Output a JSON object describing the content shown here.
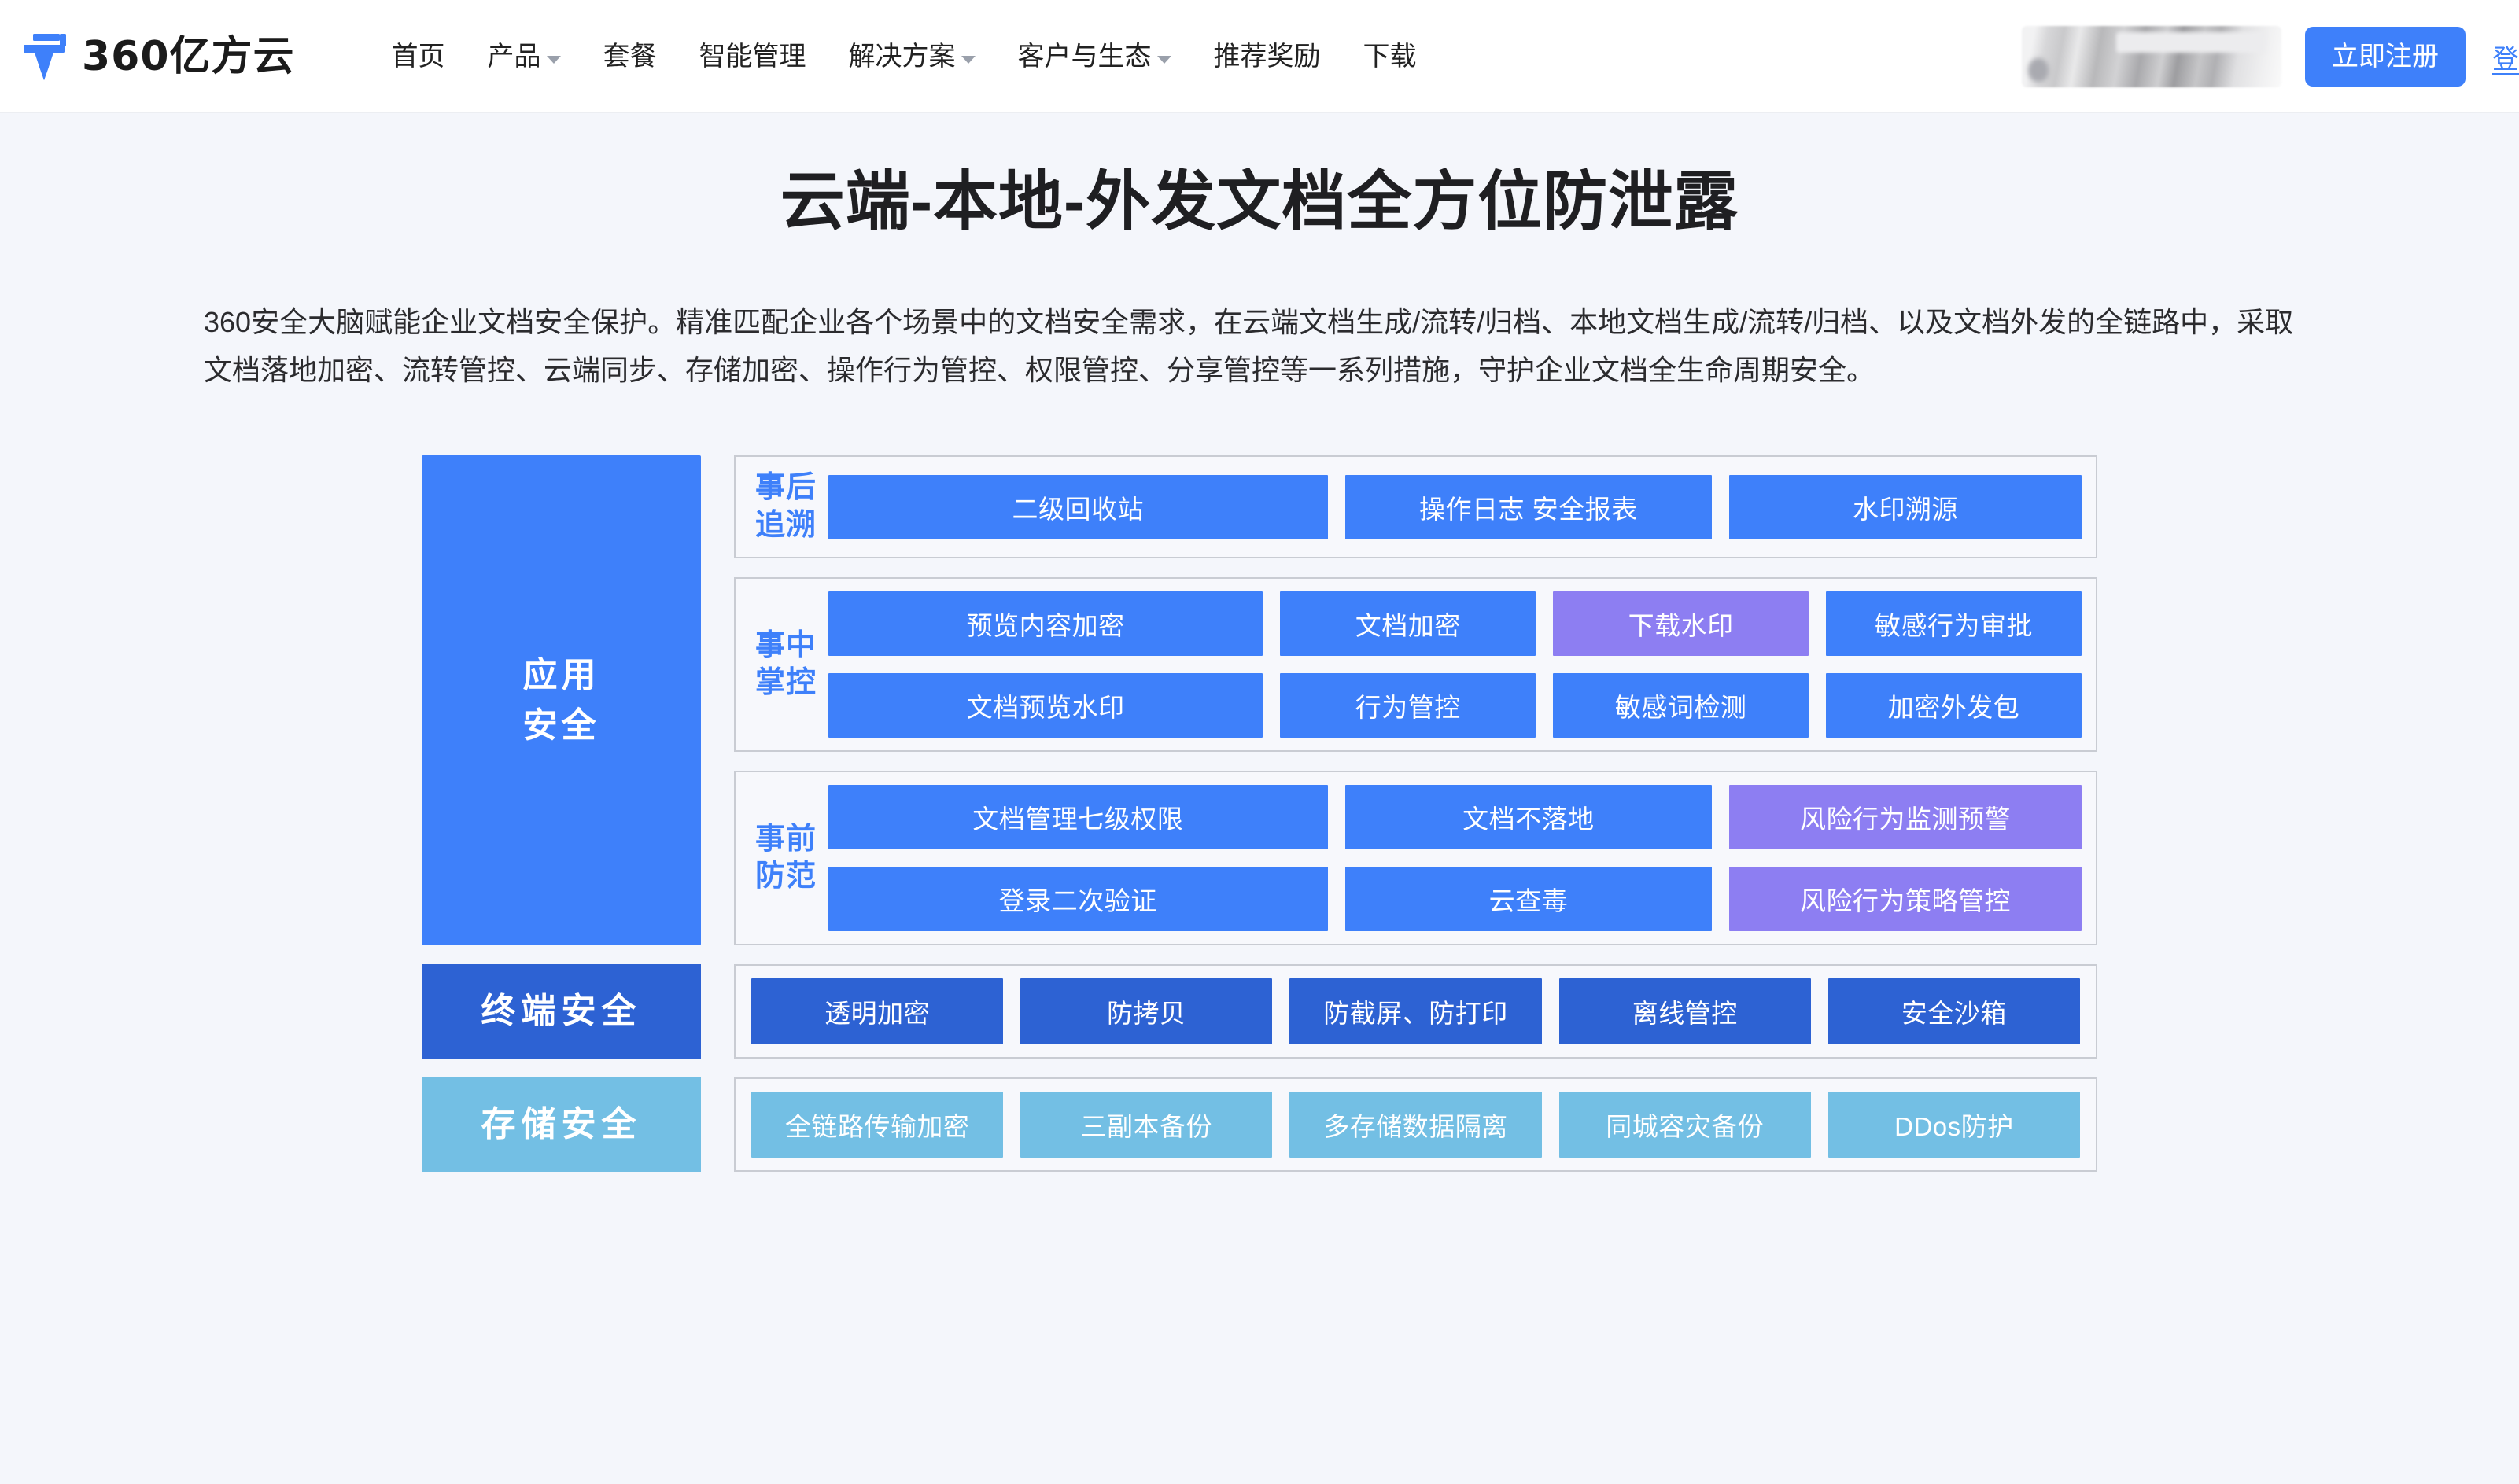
{
  "header": {
    "brand_name": "360亿方云",
    "logo_icon": "yifangyun-logo-icon",
    "nav": [
      {
        "label": "首页",
        "has_caret": false
      },
      {
        "label": "产品",
        "has_caret": true
      },
      {
        "label": "套餐",
        "has_caret": false
      },
      {
        "label": "智能管理",
        "has_caret": false
      },
      {
        "label": "解决方案",
        "has_caret": true
      },
      {
        "label": "客户与生态",
        "has_caret": true
      },
      {
        "label": "推荐奖励",
        "has_caret": false
      },
      {
        "label": "下载",
        "has_caret": false
      }
    ],
    "register_label": "立即注册",
    "login_label": "登录",
    "redacted_label": ""
  },
  "hero": {
    "title": "云端-本地-外发文档全方位防泄露",
    "description": "360安全大脑赋能企业文档安全保护。精准匹配企业各个场景中的文档安全需求，在云端文档生成/流转/归档、本地文档生成/流转/归档、以及文档外发的全链路中，采取文档落地加密、流转管控、云端同步、存储加密、操作行为管控、权限管控、分享管控等一系列措施，守护企业文档全生命周期安全。"
  },
  "colors": {
    "brand_blue": "#3e80fa",
    "deep_blue": "#2d62d3",
    "light_blue": "#73bfe4",
    "purple": "#8d7ef2",
    "page_bg": "#f4f6fb",
    "card_bg": "#f7f8fc",
    "card_border": "#c9ccd3"
  },
  "diagram": {
    "app_security": {
      "label": "应用\n安全",
      "label_line1": "应用",
      "label_line2": "安全",
      "groups": [
        {
          "title_line1": "事后",
          "title_line2": "追溯",
          "rows": [
            [
              {
                "label": "二级回收站",
                "tone": "blue",
                "w": "w-34"
              },
              {
                "label": "操作日志  安全报表",
                "tone": "blue",
                "w": "w-25"
              },
              {
                "label": "水印溯源",
                "tone": "blue",
                "w": "w-24"
              }
            ]
          ]
        },
        {
          "title_line1": "事中",
          "title_line2": "掌控",
          "rows": [
            [
              {
                "label": "预览内容加密",
                "tone": "blue",
                "w": "w-34"
              },
              {
                "label": "文档加密",
                "tone": "blue",
                "w": "w-20"
              },
              {
                "label": "下载水印",
                "tone": "purple",
                "w": "w-20"
              },
              {
                "label": "敏感行为审批",
                "tone": "blue",
                "w": "w-20"
              }
            ],
            [
              {
                "label": "文档预览水印",
                "tone": "blue",
                "w": "w-34"
              },
              {
                "label": "行为管控",
                "tone": "blue",
                "w": "w-20"
              },
              {
                "label": "敏感词检测",
                "tone": "blue",
                "w": "w-20"
              },
              {
                "label": "加密外发包",
                "tone": "blue",
                "w": "w-20"
              }
            ]
          ]
        },
        {
          "title_line1": "事前",
          "title_line2": "防范",
          "rows": [
            [
              {
                "label": "文档管理七级权限",
                "tone": "blue",
                "w": "w-34"
              },
              {
                "label": "文档不落地",
                "tone": "blue",
                "w": "w-25"
              },
              {
                "label": "风险行为监测预警",
                "tone": "purple",
                "w": "w-24"
              }
            ],
            [
              {
                "label": "登录二次验证",
                "tone": "blue",
                "w": "w-34"
              },
              {
                "label": "云查毒",
                "tone": "blue",
                "w": "w-25"
              },
              {
                "label": "风险行为策略管控",
                "tone": "purple",
                "w": "w-24"
              }
            ]
          ]
        }
      ]
    },
    "terminal_security": {
      "label": "终端安全",
      "tiles": [
        {
          "label": "透明加密",
          "tone": "dark"
        },
        {
          "label": "防拷贝",
          "tone": "dark"
        },
        {
          "label": "防截屏、防打印",
          "tone": "dark"
        },
        {
          "label": "离线管控",
          "tone": "dark"
        },
        {
          "label": "安全沙箱",
          "tone": "dark"
        }
      ]
    },
    "storage_security": {
      "label": "存储安全",
      "tiles": [
        {
          "label": "全链路传输加密",
          "tone": "light"
        },
        {
          "label": "三副本备份",
          "tone": "light"
        },
        {
          "label": "多存储数据隔离",
          "tone": "light"
        },
        {
          "label": "同城容灾备份",
          "tone": "light"
        },
        {
          "label": "DDos防护",
          "tone": "light"
        }
      ]
    }
  }
}
